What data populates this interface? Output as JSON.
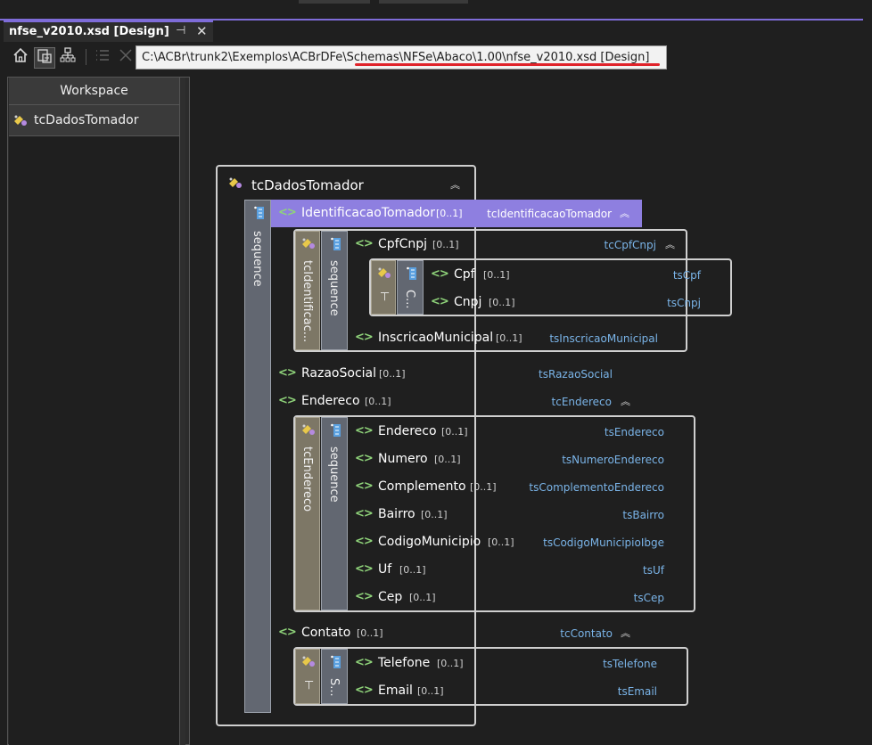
{
  "tab": {
    "title": "nfse_v2010.xsd [Design]",
    "pin": "⊣",
    "close": "✕"
  },
  "path": "C:\\ACBr\\trunk2\\Exemplos\\ACBrDFe\\Schemas\\NFSe\\Abaco\\1.00\\nfse_v2010.xsd [Design]",
  "workspace": {
    "title": "Workspace",
    "item": "tcDadosTomador"
  },
  "root": {
    "name": "tcDadosTomador",
    "seq": "sequence"
  },
  "ident": {
    "name": "IdentificacaoTomador",
    "card": "[0..1]",
    "type": "tcIdentificacaoTomador",
    "band": "tcIdentificac...",
    "seq": "sequence"
  },
  "cpfcnpj": {
    "name": "CpfCnpj",
    "card": "[0..1]",
    "type": "tcCpfCnpj",
    "band": "⊢",
    "seq": "C..."
  },
  "cpf": {
    "name": "Cpf",
    "card": "[0..1]",
    "type": "tsCpf"
  },
  "cnpj": {
    "name": "Cnpj",
    "card": "[0..1]",
    "type": "tsCnpj"
  },
  "inscr": {
    "name": "InscricaoMunicipal",
    "card": "[0..1]",
    "type": "tsInscricaoMunicipal"
  },
  "razao": {
    "name": "RazaoSocial",
    "card": "[0..1]",
    "type": "tsRazaoSocial"
  },
  "endereco": {
    "name": "Endereco",
    "card": "[0..1]",
    "type": "tcEndereco",
    "band": "tcEndereco",
    "seq": "sequence",
    "rows": [
      {
        "name": "Endereco",
        "card": "[0..1]",
        "type": "tsEndereco"
      },
      {
        "name": "Numero",
        "card": "[0..1]",
        "type": "tsNumeroEndereco"
      },
      {
        "name": "Complemento",
        "card": "[0..1]",
        "type": "tsComplementoEndereco"
      },
      {
        "name": "Bairro",
        "card": "[0..1]",
        "type": "tsBairro"
      },
      {
        "name": "CodigoMunicipio",
        "card": "[0..1]",
        "type": "tsCodigoMunicipioIbge"
      },
      {
        "name": "Uf",
        "card": "[0..1]",
        "type": "tsUf"
      },
      {
        "name": "Cep",
        "card": "[0..1]",
        "type": "tsCep"
      }
    ]
  },
  "contato": {
    "name": "Contato",
    "card": "[0..1]",
    "type": "tcContato",
    "band": "⊢",
    "seq": "S...",
    "rows": [
      {
        "name": "Telefone",
        "card": "[0..1]",
        "type": "tsTelefone"
      },
      {
        "name": "Email",
        "card": "[0..1]",
        "type": "tsEmail"
      }
    ]
  },
  "glyphs": {
    "element": "<>",
    "collapse": "︽"
  },
  "colors": {
    "accent": "#7e6cd8",
    "highlight": "#8e7fe0",
    "element": "#8fd37a",
    "type": "#7ab4e8",
    "underline": "#e0232a"
  }
}
